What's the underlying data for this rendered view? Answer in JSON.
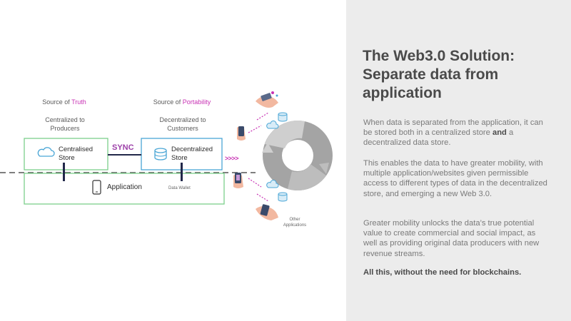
{
  "slide": {
    "title": "The Web3.0 Solution: Separate data from application",
    "p1": {
      "before": "When data is separated from the application, it can be stored both in a centralized store ",
      "bold": "and",
      "after": " a decentralized data store."
    },
    "p2": "This enables the data to have greater mobility, with multiple application/websites given permissible access to different types of data in the decentralized store, and emerging a new Web 3.0.",
    "p3": "Greater mobility unlocks the data’s true potential value to create commercial and social impact, as well as providing original data producers with new revenue streams.",
    "p4": "All this, without the need for blockchains."
  },
  "diagram": {
    "truth": {
      "prefix": "Source of ",
      "highlight": "Truth",
      "sub": "Centralized to Producers"
    },
    "portability": {
      "prefix": "Source of ",
      "highlight": "Portability",
      "sub": "Decentralized to Customers"
    },
    "centralised_store": "Centralised Store",
    "decentralized_store": "Decentralized Store",
    "sync": "SYNC",
    "arrows": ">>>>",
    "application": "Application",
    "data_wallet": "Data Wallet",
    "other_applications": "Other Applications"
  },
  "colors": {
    "green_border": "#7ccf8c",
    "blue_border": "#4aa6d6",
    "accent_magenta": "#c832b4",
    "sync_purple": "#9c3fa8",
    "navy": "#22284a",
    "panel_bg": "#ececec"
  },
  "icons": [
    "cloud-icon",
    "database-icon",
    "phone-icon",
    "hand-phone-icon",
    "cycle-arrows-icon",
    "chevron-arrows-icon"
  ]
}
